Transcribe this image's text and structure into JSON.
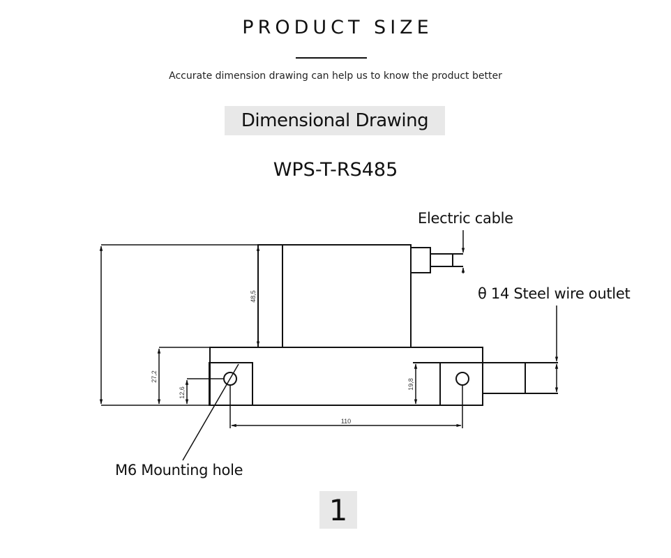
{
  "header": {
    "title": "PRODUCT SIZE",
    "subtitle": "Accurate dimension drawing can help us to know the product better"
  },
  "section": {
    "label": "Dimensional Drawing"
  },
  "product": {
    "model": "WPS-T-RS485"
  },
  "drawing": {
    "callouts": {
      "electric_cable": "Electric cable",
      "steel_wire_outlet": "θ 14 Steel wire outlet",
      "mounting_hole": "M6 Mounting hole"
    },
    "dimensions": {
      "body_height": "48,5",
      "base_height": "27,2",
      "hole_height": "12,6",
      "block_height": "19,8",
      "hole_spacing": "110"
    },
    "line_color": "#111111",
    "dimension_text_color": "#333333"
  },
  "pagination": {
    "page_number": "1"
  },
  "colors": {
    "background": "#ffffff",
    "label_box": "#e8e8e8",
    "text": "#111111"
  }
}
